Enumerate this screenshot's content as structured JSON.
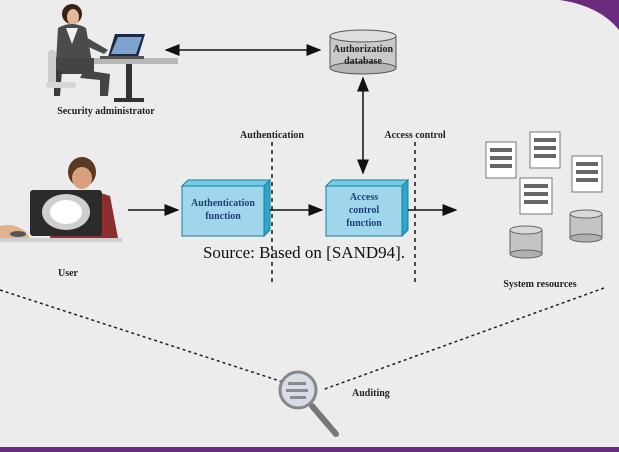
{
  "diagram": {
    "nodes": {
      "security_admin": "Security administrator",
      "auth_db": [
        "Authorization",
        "database"
      ],
      "authn_function": [
        "Authentication",
        "function"
      ],
      "access_control_function": [
        "Access",
        "control",
        "function"
      ],
      "user": "User",
      "system_resources": "System resources",
      "auditing": "Auditing"
    },
    "boundaries": {
      "authentication": "Authentication",
      "access_control": "Access control"
    },
    "caption": "Source: Based on [SAND94]."
  },
  "colors": {
    "box_fill": "#9fd6ec",
    "box_side": "#2aa7c9",
    "db_fill": "#c9c9c9",
    "background": "#ececec",
    "frame": "#6a2b7e"
  }
}
